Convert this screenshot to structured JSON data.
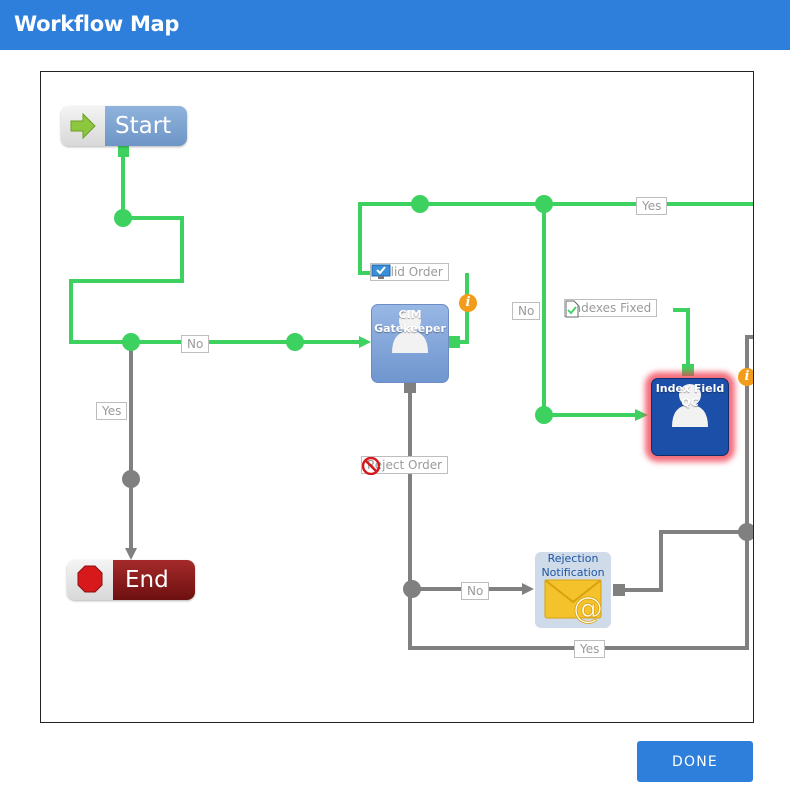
{
  "window": {
    "title": "Workflow Map"
  },
  "nodes": {
    "start": {
      "label": "Start",
      "icon": "arrow-right-icon"
    },
    "end": {
      "label": "End",
      "icon": "stop-sign-icon"
    },
    "cim_gatekeeper": {
      "label_line1": "CIM",
      "label_line2": "Gatekeeper",
      "icon": "person-icon"
    },
    "index_field": {
      "label_line1": "Index Field",
      "label_line2": "QC",
      "icon": "person-icon",
      "highlighted": true
    },
    "rejection_notification": {
      "label_line1": "Rejection",
      "label_line2": "Notification",
      "icon": "email-at-icon"
    }
  },
  "connector_labels": {
    "no_1": "No",
    "yes_1": "Yes",
    "valid_order": "Valid Order",
    "reject_order": "Reject Order",
    "no_2": "No",
    "indexes_fixed": "Indexes Fixed",
    "yes_top": "Yes",
    "no_3": "No",
    "yes_bottom": "Yes"
  },
  "colors": {
    "header": "#2d7fdb",
    "active_path": "#3dd25f",
    "inactive_path": "#808080",
    "highlight": "#f03c50",
    "info": "#f39c1a"
  },
  "actions": {
    "done_label": "DONE"
  }
}
